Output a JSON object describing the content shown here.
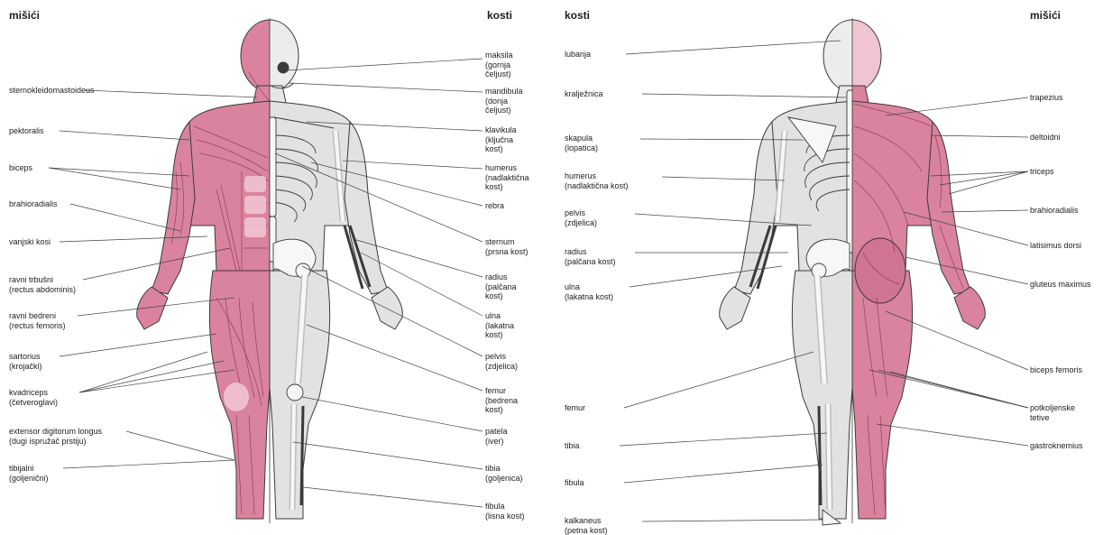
{
  "front": {
    "header_left": "mišići",
    "header_right": "kosti",
    "muscles": [
      "sternokleidomastoideus",
      "pektoralis",
      "biceps",
      "brahioradialis",
      "vanjski kosi",
      "ravni trbušni\n(rectus abdominis)",
      "ravni bedreni\n(rectus femoris)",
      "sartorius\n(krojački)",
      "kvadriceps\n(četveroglavi)",
      "extensor digitorum longus\n(dugi ispružač prstiju)",
      "tibijalni\n(goljenični)"
    ],
    "bones": [
      "maksila\n(gornja\nčeljust)",
      "mandibula\n(donja\nčeljust)",
      "klavikula\n(ključna\nkost)",
      "humerus\n(nadlaktična\nkost)",
      "rebra",
      "sternum\n(prsna kost)",
      "radius\n(palčana\nkost)",
      "ulna\n(lakatna\nkost)",
      "pelvis\n(zdjelica)",
      "femur\n(bedrena\nkost)",
      "patela\n(iver)",
      "tibia\n(goljenica)",
      "fibula\n(lisna kost)"
    ]
  },
  "back": {
    "header_left": "kosti",
    "header_right": "mišići",
    "bones": [
      "lubanja",
      "kralježnica",
      "skapula\n(lopatica)",
      "humerus\n(nadlaktična kost)",
      "pelvis\n(zdjelica)",
      "radius\n(palčana kost)",
      "ulna\n(lakatna kost)",
      "femur",
      "tibia",
      "fibula",
      "kalkaneus\n(petna kost)"
    ],
    "muscles": [
      "trapezius",
      "deltoidni",
      "triceps",
      "brahioradialis",
      "latisimus dorsi",
      "gluteus maximus",
      "biceps femoris",
      "potkoljenske\ntetive",
      "gastroknemius"
    ]
  },
  "colors": {
    "muscle": "#d9839f",
    "muscle_light": "#f1c4d2",
    "muscle_line": "#7a2a45",
    "bone": "#e2e2e2",
    "bone_light": "#f7f7f7",
    "outline": "#3a3a3a",
    "leader": "#444444"
  }
}
